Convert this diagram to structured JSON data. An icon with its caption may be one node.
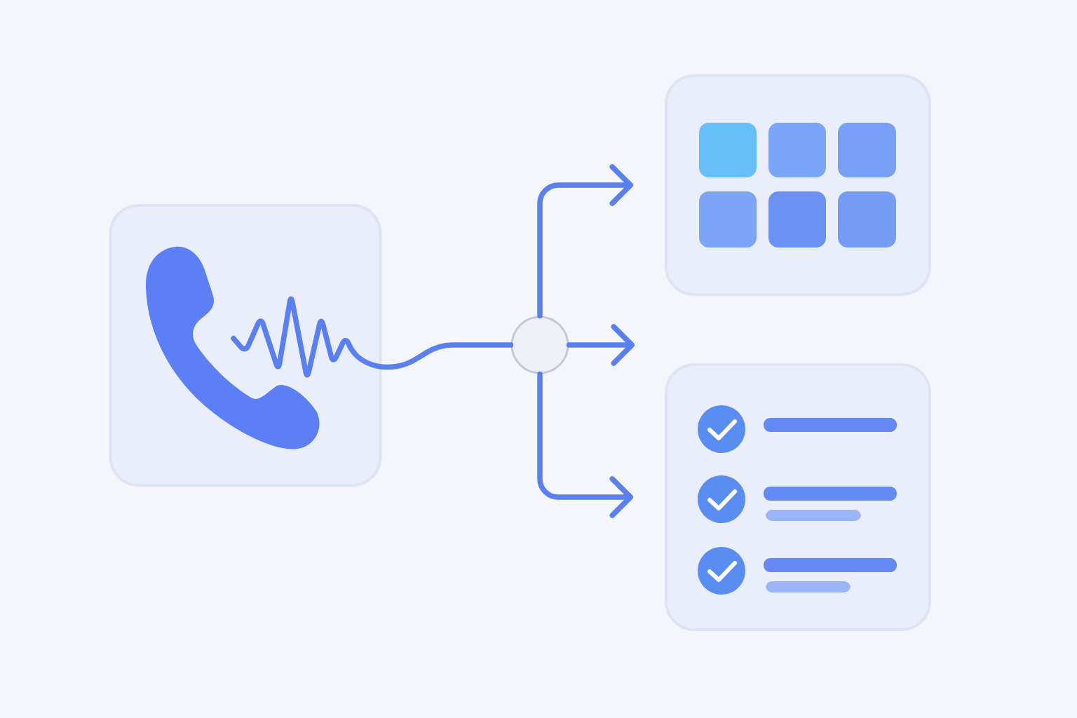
{
  "diagram": {
    "nodes": [
      {
        "text": [],
        "shape": "box"
      },
      {
        "text": [],
        "shape": "circle"
      },
      {
        "text": [],
        "shape": "box"
      },
      {
        "text": [],
        "shape": "box"
      }
    ],
    "edges": [
      {
        "from": 0,
        "to": 1,
        "arrow": "none"
      },
      {
        "from": 1,
        "to": 2,
        "arrow": "to"
      },
      {
        "from": 1,
        "to": null,
        "arrow": "to"
      },
      {
        "from": 1,
        "to": 3,
        "arrow": "to"
      }
    ]
  }
}
